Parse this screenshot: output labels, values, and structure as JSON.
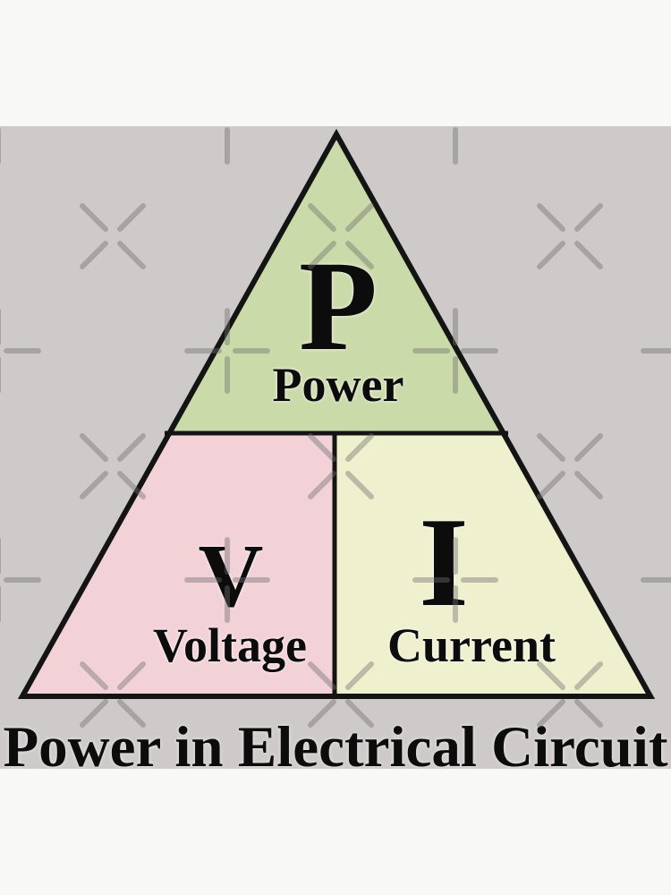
{
  "page": {
    "background": "#f8f8f7"
  },
  "canvas": {
    "background": "#cecac9"
  },
  "diagram": {
    "type": "power-triangle",
    "outline_color": "#141414",
    "sections": {
      "top": {
        "symbol": "P",
        "label": "Power",
        "fill": "#cbdaa9"
      },
      "bottom_left": {
        "symbol": "V",
        "label": "Voltage",
        "fill": "#f2d1d7"
      },
      "bottom_right": {
        "symbol": "I",
        "label": "Current",
        "fill": "#eff0ce"
      }
    }
  },
  "caption": {
    "text": "Power in Electrical Circuit",
    "color": "#0c0c0c"
  },
  "watermark": {
    "symbols": [
      "x",
      "plus"
    ],
    "color": "#707070"
  }
}
